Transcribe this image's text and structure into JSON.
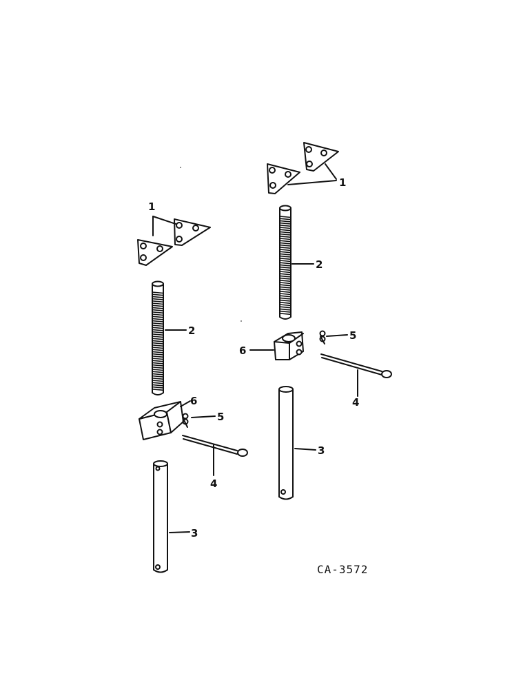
{
  "figure_id": "CA-3572",
  "callouts": {
    "left": {
      "plates": "1",
      "screw": "2",
      "block": "6",
      "clip": "5",
      "pin": "4",
      "tube": "3"
    },
    "right": {
      "plates": "1",
      "screw": "2",
      "block": "6",
      "clip": "5",
      "pin": "4",
      "tube": "3"
    }
  }
}
